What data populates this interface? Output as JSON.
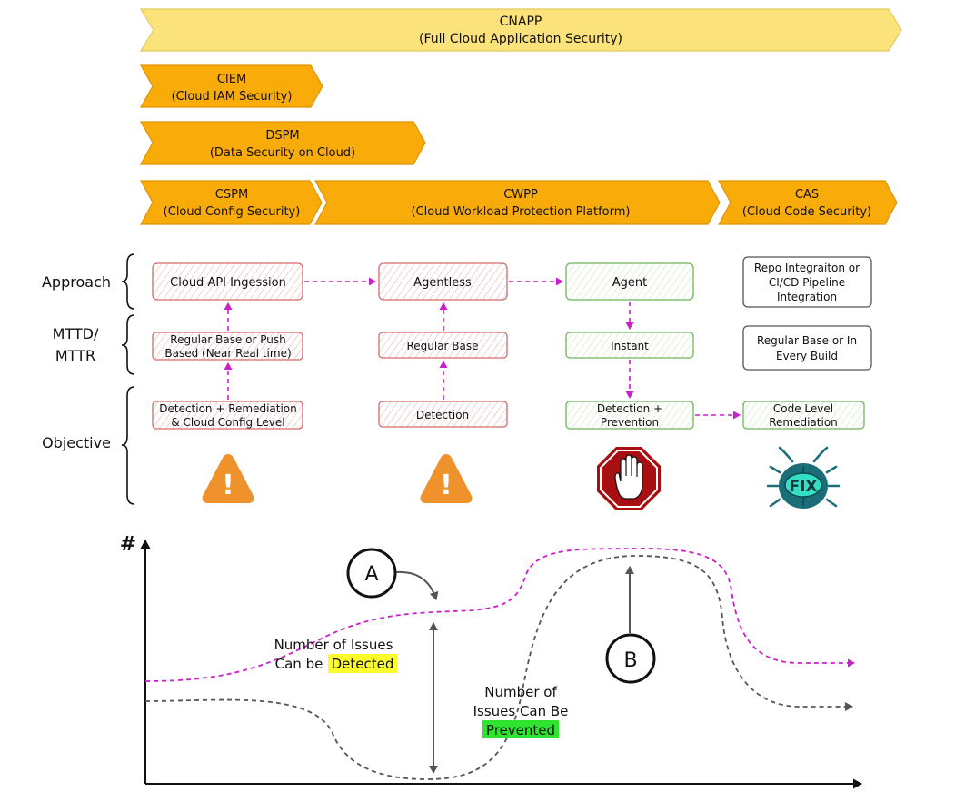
{
  "banners": {
    "cnapp": {
      "title": "CNAPP",
      "subtitle": "(Full Cloud Application Security)"
    },
    "ciem": {
      "title": "CIEM",
      "subtitle": "(Cloud IAM Security)"
    },
    "dspm": {
      "title": "DSPM",
      "subtitle": "(Data Security on Cloud)"
    },
    "cspm": {
      "title": "CSPM",
      "subtitle": "(Cloud Config Security)"
    },
    "cwpp": {
      "title": "CWPP",
      "subtitle": "(Cloud Workload Protection Platform)"
    },
    "cas": {
      "title": "CAS",
      "subtitle": "(Cloud Code Security)"
    }
  },
  "rows": {
    "approach": "Approach",
    "mttd_line1": "MTTD/",
    "mttd_line2": "MTTR",
    "objective": "Objective"
  },
  "boxes": {
    "cloud_api": "Cloud API Ingession",
    "agentless": "Agentless",
    "agent": "Agent",
    "repo_line1": "Repo Integraiton or",
    "repo_line2": "CI/CD Pipeline",
    "repo_line3": "Integration",
    "regular_push_line1": "Regular Base or Push",
    "regular_push_line2": "Based (Near Real time)",
    "regular_base": "Regular Base",
    "instant": "Instant",
    "regular_build_line1": "Regular Base or In",
    "regular_build_line2": "Every Build",
    "detect_remed_line1": "Detection + Remediation",
    "detect_remed_line2": "& Cloud Config Level",
    "detection": "Detection",
    "detect_prevent_line1": "Detection +",
    "detect_prevent_line2": "Prevention",
    "code_level_line1": "Code Level",
    "code_level_line2": "Remediation"
  },
  "icons": {
    "fix_label": "FIX",
    "warning_symbol": "!"
  },
  "chart": {
    "y_axis_symbol": "#",
    "marker_a": "A",
    "marker_b": "B",
    "detected_line1": "Number of Issues",
    "detected_line2_prefix": "Can be",
    "detected_highlight": "Detected",
    "prevented_line1": "Number of",
    "prevented_line2": "Issues Can Be",
    "prevented_highlight": "Prevented"
  },
  "colors": {
    "banner_orange": "#f9ab0a",
    "banner_yellow": "#fce27a",
    "red_box": "#d36b6b",
    "green_box": "#6fb55d",
    "grey_box": "#555555",
    "magenta_arrow": "#cc1fcc",
    "warning_orange": "#f0922b",
    "stop_red": "#a70f12",
    "bug_teal": "#1a6e78",
    "highlight_yellow": "#fdfd2c",
    "highlight_green": "#2fe32f"
  }
}
